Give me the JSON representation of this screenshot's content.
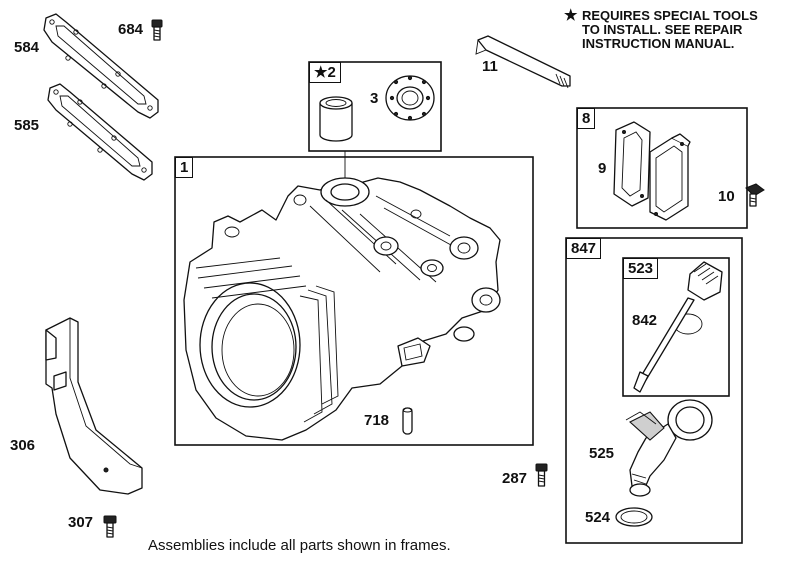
{
  "note": {
    "star": "★",
    "lines": [
      "REQUIRES SPECIAL TOOLS",
      "TO INSTALL.  SEE REPAIR",
      "INSTRUCTION MANUAL."
    ]
  },
  "caption": "Assemblies include all parts shown in frames.",
  "frames": {
    "f1": "1",
    "f2": "★2",
    "f8": "8",
    "f847": "847",
    "f523": "523"
  },
  "parts": {
    "p584": "584",
    "p684": "684",
    "p585": "585",
    "p3": "3",
    "p11": "11",
    "p9": "9",
    "p10": "10",
    "p842": "842",
    "p718": "718",
    "p306": "306",
    "p287": "287",
    "p525": "525",
    "p524": "524",
    "p307": "307"
  }
}
